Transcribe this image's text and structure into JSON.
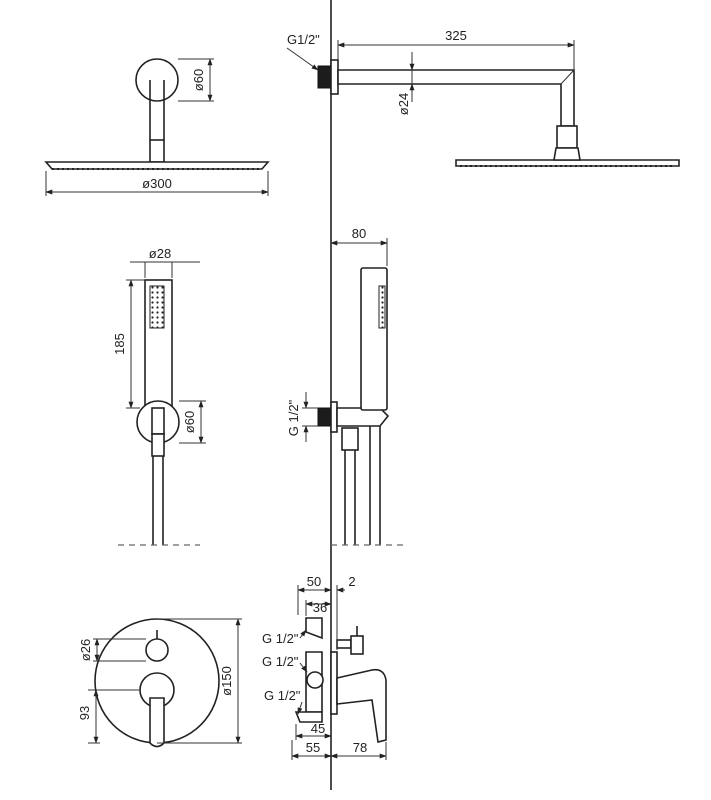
{
  "dimensions": {
    "head_front_wall_dia": "ø60",
    "head_front_dia": "ø300",
    "thread_top": "G1/2\"",
    "arm_length": "325",
    "arm_dia": "ø24",
    "hand_dia": "ø28",
    "hand_length": "185",
    "holder_dia": "ø60",
    "holder_depth": "80",
    "holder_thread": "G 1/2\"",
    "mixer_depth_50": "50",
    "mixer_gap_2": "2",
    "mixer_36": "36",
    "mixer_thread_1": "G 1/2\"",
    "mixer_thread_2": "G 1/2\"",
    "mixer_thread_3": "G 1/2\"",
    "mixer_45": "45",
    "mixer_55": "55",
    "mixer_78": "78",
    "knob_dia": "ø26",
    "rosette_dia": "ø150",
    "lever_offset": "93"
  }
}
